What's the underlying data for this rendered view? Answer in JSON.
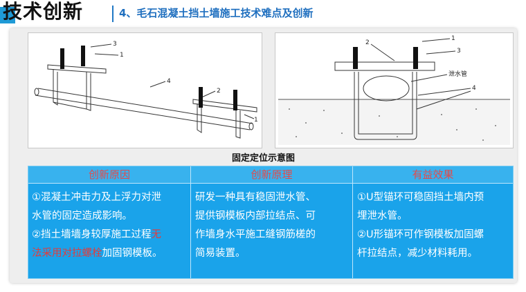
{
  "header": {
    "main_title": "技术创新",
    "sub_title": "4、毛石混凝土挡土墙施工技术难点及创新"
  },
  "figure_left": {
    "labels": [
      "3",
      "1",
      "4",
      "2",
      "1"
    ]
  },
  "figure_right": {
    "labels": [
      "2",
      "1",
      "3",
      "泄水管",
      "4"
    ]
  },
  "caption": "固定定位示意图",
  "table": {
    "headers": [
      "创新原因",
      "创新原理",
      "有益效果"
    ],
    "col1": [
      [
        {
          "t": "①混凝土冲击力及上浮力对泄",
          "red": false
        }
      ],
      [
        {
          "t": "水管的固定造成影响。",
          "red": false
        }
      ],
      [
        {
          "t": "②挡土墙墙身较厚施工过程",
          "red": false
        },
        {
          "t": "无",
          "red": true
        }
      ],
      [
        {
          "t": "法采用对拉螺栓",
          "red": true
        },
        {
          "t": "加固钢模板。",
          "red": false
        }
      ]
    ],
    "col2": [
      "研发一种具有稳固泄水管、",
      "提供钢模板内部拉结点、可",
      "作墙身水平施工缝钢筋槎的",
      "简易装置。"
    ],
    "col3": [
      "①U型锚环可稳固挡土墙内预",
      "埋泄水管。",
      "②U形锚环可作钢模板加固螺",
      "杆拉结点，减少材料耗用。"
    ]
  },
  "colors": {
    "accent": "#1f9ad6",
    "table_bg": "#1aa3ea",
    "header_text": "#e34a4a",
    "highlight_text": "#e33b3b"
  }
}
